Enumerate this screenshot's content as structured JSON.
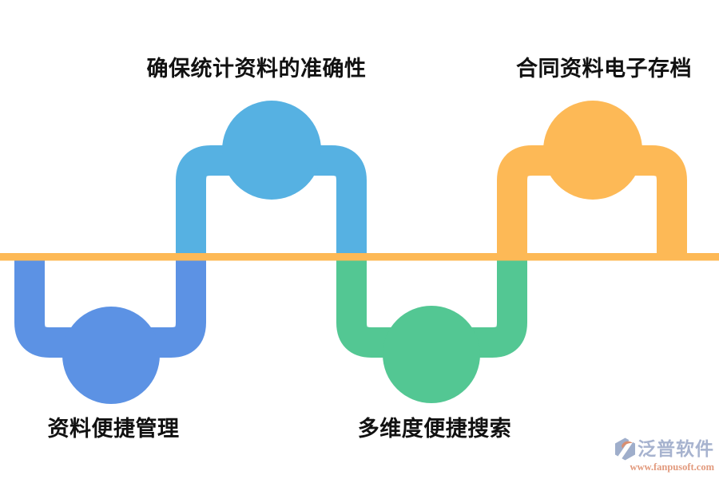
{
  "diagram": {
    "type": "flow-wave",
    "baseline": {
      "color": "#FDB956"
    },
    "steps": [
      {
        "label": "确保统计资料的准确性",
        "position": "top-left",
        "color": "#56B1E2"
      },
      {
        "label": "合同资料电子存档",
        "position": "top-right",
        "color": "#FDB956"
      },
      {
        "label": "资料便捷管理",
        "position": "bottom-left",
        "color": "#5C92E4"
      },
      {
        "label": "多维度便捷搜索",
        "position": "bottom-center",
        "color": "#53C793"
      }
    ]
  },
  "watermark": {
    "brand": "泛普软件",
    "website": "www.fanpusoft.com",
    "brand_color": "#A7B3CF",
    "website_color": "#E29A7D",
    "icon_body_color": "#9FAECB",
    "icon_swoosh_color": "#D98E70"
  }
}
